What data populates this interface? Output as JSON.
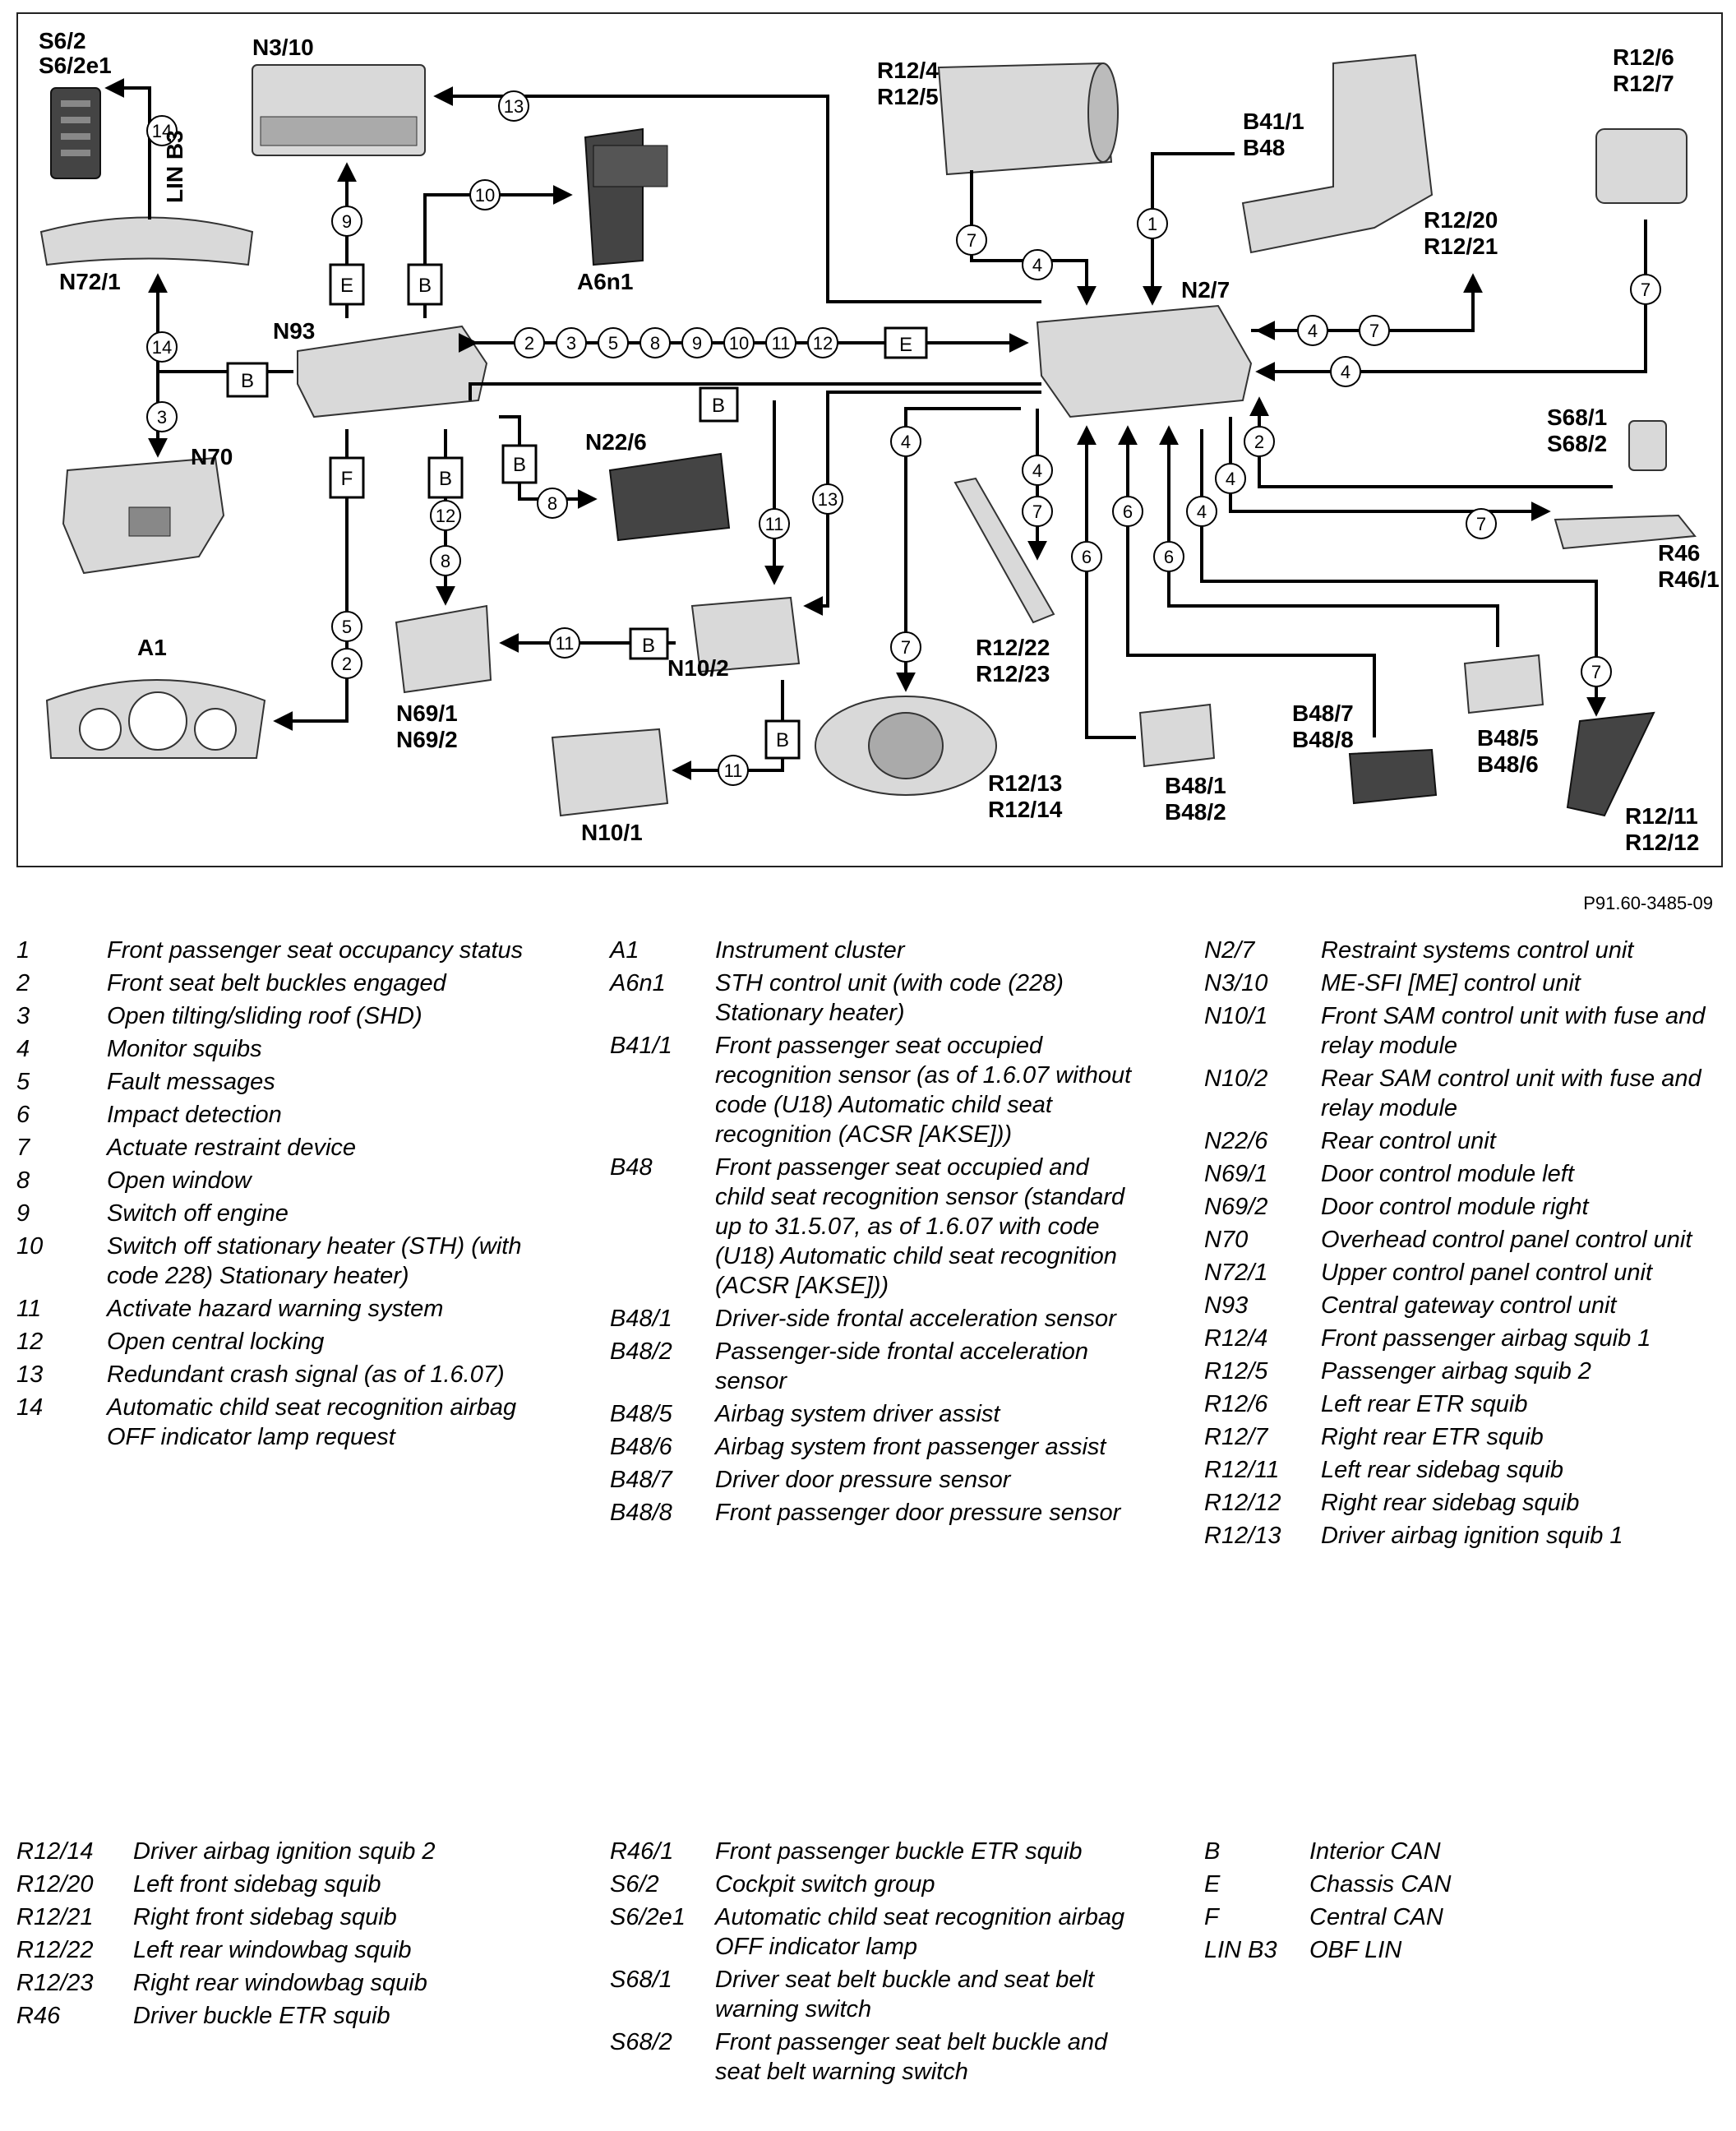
{
  "diagram": {
    "labels": {
      "s62": "S6/2",
      "s62e1": "S6/2e1",
      "n310": "N3/10",
      "n721": "N72/1",
      "n70": "N70",
      "n93": "N93",
      "a6n1": "A6n1",
      "n226": "N22/6",
      "a1": "A1",
      "n691": "N69/1",
      "n692": "N69/2",
      "n102": "N10/2",
      "n101": "N10/1",
      "r124": "R12/4",
      "r125": "R12/5",
      "r126": "R12/6",
      "r127": "R12/7",
      "b411": "B41/1",
      "b48": "B48",
      "r1220": "R12/20",
      "r1221": "R12/21",
      "n27": "N2/7",
      "s681": "S68/1",
      "s682": "S68/2",
      "r46": "R46",
      "r461": "R46/1",
      "r1222": "R12/22",
      "r1223": "R12/23",
      "r1213": "R12/13",
      "r1214": "R12/14",
      "b481": "B48/1",
      "b482": "B48/2",
      "b487": "B48/7",
      "b488": "B48/8",
      "b485": "B48/5",
      "b486": "B48/6",
      "r1211": "R12/11",
      "r1212": "R12/12",
      "linb3": "LIN B3"
    },
    "bus_letters": {
      "b": "B",
      "e": "E",
      "f": "F"
    },
    "reference": "P91.60-3485-09"
  },
  "legend": {
    "numbers": [
      {
        "k": "1",
        "v": "Front passenger seat occupancy status"
      },
      {
        "k": "2",
        "v": "Front seat belt buckles engaged"
      },
      {
        "k": "3",
        "v": "Open tilting/sliding roof (SHD)"
      },
      {
        "k": "4",
        "v": "Monitor squibs"
      },
      {
        "k": "5",
        "v": "Fault messages"
      },
      {
        "k": "6",
        "v": "Impact detection"
      },
      {
        "k": "7",
        "v": "Actuate restraint device"
      },
      {
        "k": "8",
        "v": "Open window"
      },
      {
        "k": "9",
        "v": "Switch off engine"
      },
      {
        "k": "10",
        "v": "Switch off stationary heater (STH) (with code 228) Stationary heater)"
      },
      {
        "k": "11",
        "v": "Activate hazard warning system"
      },
      {
        "k": "12",
        "v": "Open central locking"
      },
      {
        "k": "13",
        "v": "Redundant crash signal (as of 1.6.07)"
      },
      {
        "k": "14",
        "v": "Automatic child seat recognition airbag OFF indicator lamp request"
      }
    ],
    "components_a": [
      {
        "k": "A1",
        "v": "Instrument cluster"
      },
      {
        "k": "A6n1",
        "v": "STH control unit (with code (228) Stationary heater)"
      },
      {
        "k": "B41/1",
        "v": "Front passenger seat occupied recognition sensor (as of 1.6.07 without code (U18) Automatic child seat recognition (ACSR [AKSE]))"
      },
      {
        "k": "B48",
        "v": "Front passenger seat occupied and child seat recognition sensor (standard up to 31.5.07, as of 1.6.07 with code (U18) Automatic child seat recognition (ACSR [AKSE]))"
      },
      {
        "k": "B48/1",
        "v": "Driver-side frontal acceleration sensor"
      },
      {
        "k": "B48/2",
        "v": "Passenger-side frontal acceleration sensor"
      },
      {
        "k": "B48/5",
        "v": "Airbag system driver assist"
      },
      {
        "k": "B48/6",
        "v": "Airbag system front passenger assist"
      },
      {
        "k": "B48/7",
        "v": "Driver door pressure sensor"
      },
      {
        "k": "B48/8",
        "v": "Front passenger door pressure sensor"
      }
    ],
    "components_b": [
      {
        "k": "N2/7",
        "v": "Restraint systems control unit"
      },
      {
        "k": "N3/10",
        "v": "ME-SFI [ME] control unit"
      },
      {
        "k": "N10/1",
        "v": "Front SAM control unit with fuse and relay module"
      },
      {
        "k": "N10/2",
        "v": "Rear SAM control unit with fuse and relay module"
      },
      {
        "k": "N22/6",
        "v": "Rear control unit"
      },
      {
        "k": "N69/1",
        "v": "Door control module left"
      },
      {
        "k": "N69/2",
        "v": "Door control module right"
      },
      {
        "k": "N70",
        "v": "Overhead control panel control unit"
      },
      {
        "k": "N72/1",
        "v": "Upper control panel control unit"
      },
      {
        "k": "N93",
        "v": "Central gateway control unit"
      },
      {
        "k": "R12/4",
        "v": "Front passenger airbag squib 1"
      },
      {
        "k": "R12/5",
        "v": "Passenger airbag squib 2"
      },
      {
        "k": "R12/6",
        "v": "Left rear ETR squib"
      },
      {
        "k": "R12/7",
        "v": "Right rear ETR squib"
      },
      {
        "k": "R12/11",
        "v": "Left rear sidebag squib"
      },
      {
        "k": "R12/12",
        "v": "Right rear sidebag squib"
      },
      {
        "k": "R12/13",
        "v": "Driver airbag ignition squib 1"
      }
    ],
    "components_c": [
      {
        "k": "R12/14",
        "v": "Driver airbag ignition squib 2"
      },
      {
        "k": "R12/20",
        "v": "Left front sidebag squib"
      },
      {
        "k": "R12/21",
        "v": "Right front sidebag squib"
      },
      {
        "k": "R12/22",
        "v": "Left rear windowbag squib"
      },
      {
        "k": "R12/23",
        "v": "Right rear windowbag squib"
      },
      {
        "k": "R46",
        "v": "Driver buckle ETR squib"
      }
    ],
    "components_d": [
      {
        "k": "R46/1",
        "v": "Front passenger buckle ETR squib"
      },
      {
        "k": "S6/2",
        "v": "Cockpit switch group"
      },
      {
        "k": "S6/2e1",
        "v": "Automatic child seat recognition airbag OFF indicator lamp"
      },
      {
        "k": "S68/1",
        "v": "Driver seat belt buckle and seat belt warning switch"
      },
      {
        "k": "S68/2",
        "v": "Front passenger seat belt buckle and seat belt warning switch"
      }
    ],
    "buses": [
      {
        "k": "B",
        "v": "Interior CAN"
      },
      {
        "k": "E",
        "v": "Chassis CAN"
      },
      {
        "k": "F",
        "v": "Central CAN"
      },
      {
        "k": "LIN B3",
        "v": "OBF LIN"
      }
    ]
  }
}
